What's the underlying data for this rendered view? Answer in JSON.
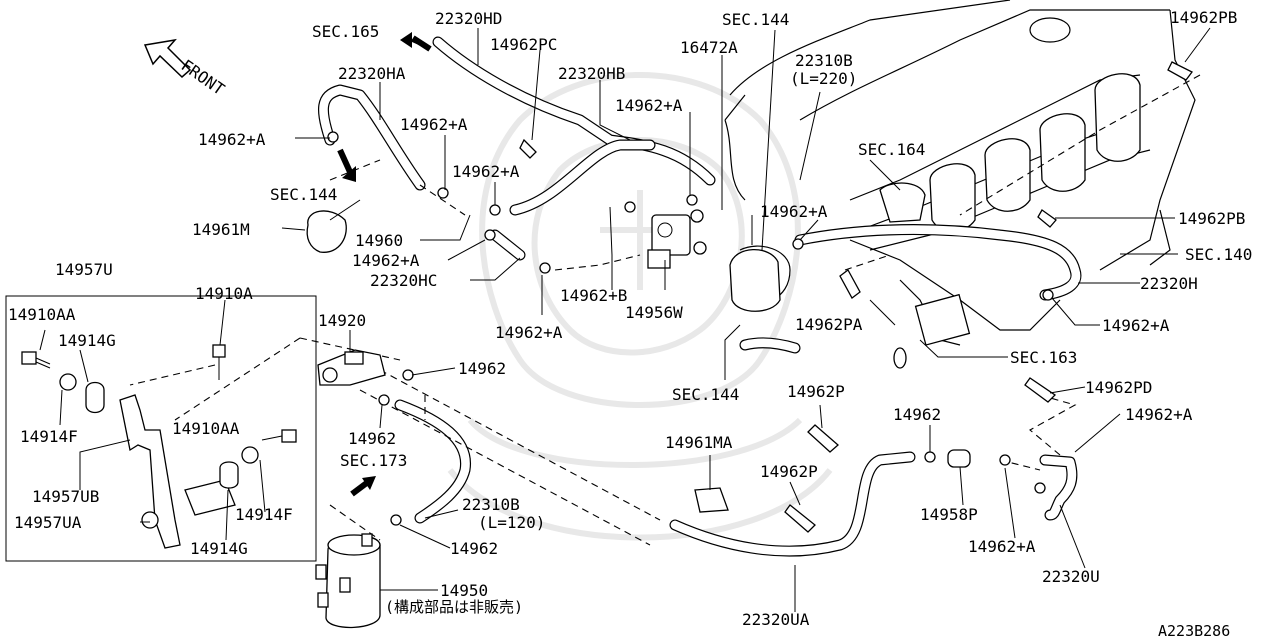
{
  "labels": {
    "sec165": "SEC.165",
    "p22320HD": "22320HD",
    "p14962PC": "14962PC",
    "sec144_top": "SEC.144",
    "p16472A": "16472A",
    "p22310B_top": "22310B",
    "l220": "(L=220)",
    "p14962PB_top": "14962PB",
    "front": "FRONT",
    "p22320HA": "22320HA",
    "p22320HB": "22320HB",
    "p14962A_1": "14962+A",
    "p14962A_2": "14962+A",
    "p14962A_3": "14962+A",
    "p14962A_4": "14962+A",
    "p14962A_5": "14962+A",
    "p14962A_6": "14962+A",
    "p14962A_7": "14962+A",
    "p14962A_8": "14962+A",
    "p14962A_9": "14962+A",
    "p14962A_10": "14962+A",
    "sec164": "SEC.164",
    "sec144_left": "SEC.144",
    "p14961M": "14961M",
    "p14960": "14960",
    "p22320HC": "22320HC",
    "p14962B": "14962+B",
    "p14962PB_right": "14962PB",
    "sec140": "SEC.140",
    "p14957U": "14957U",
    "p14910A": "14910A",
    "p22320H": "22320H",
    "p14910AA_1": "14910AA",
    "p14914G_1": "14914G",
    "p14920": "14920",
    "p14956W": "14956W",
    "p14962PA": "14962PA",
    "sec163": "SEC.163",
    "p14962_1": "14962",
    "sec144_bottom": "SEC.144",
    "p14962P_1": "14962P",
    "p14962PD": "14962PD",
    "p14914F_1": "14914F",
    "p14910AA_2": "14910AA",
    "p14962_2": "14962",
    "p14962_3": "14962",
    "p14961MA": "14961MA",
    "sec173": "SEC.173",
    "p14957UB": "14957UB",
    "p14962P_2": "14962P",
    "p14958P": "14958P",
    "p22310B_bottom": "22310B",
    "l120": "(L=120)",
    "p14914F_2": "14914F",
    "p14957UA": "14957UA",
    "p14962_4": "14962",
    "p14914G_2": "14914G",
    "p22320U": "22320U",
    "p14950": "14950",
    "not_sold": "(構成部品は非販売)",
    "p22320UA": "22320UA",
    "diagram_code": "A223B286"
  },
  "colors": {
    "line": "#000000",
    "background": "#ffffff",
    "watermark": "#e8e8e8"
  },
  "icons": [
    "front-arrow-icon",
    "direction-arrow-icon",
    "watermark-emblem"
  ]
}
